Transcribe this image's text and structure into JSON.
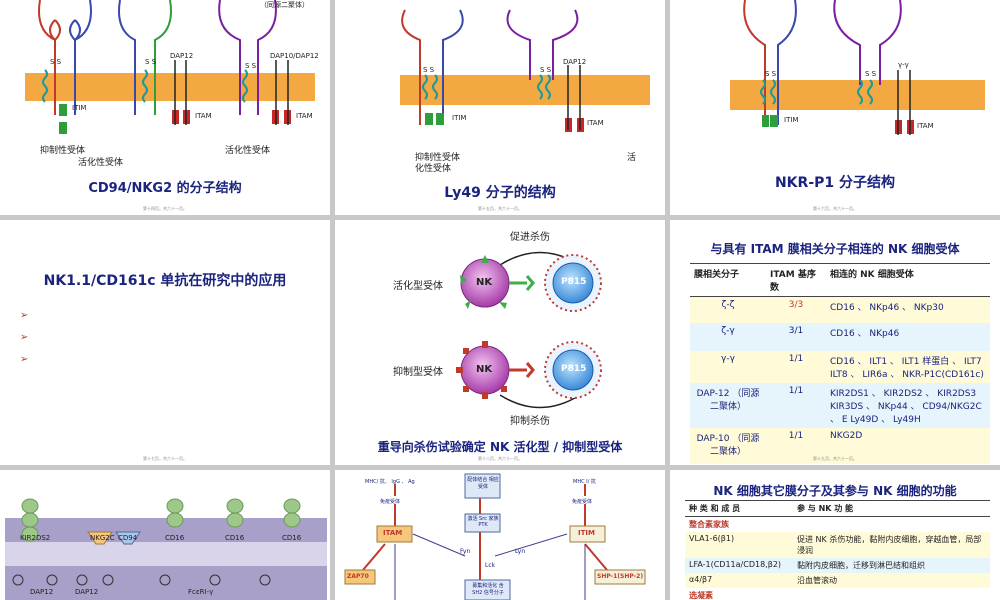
{
  "slide1": {
    "title": "CD94/NKG2 的分子结构",
    "top_label": "（同源二聚体）",
    "dap12": "DAP12",
    "dap10_dap12": "DAP10/DAP12",
    "itim": "ITIM",
    "itam": "ITAM",
    "inhibitory": "抑制性受体",
    "activating_mid": "活化性受体",
    "activating_right": "活化性受体",
    "ss": "S S",
    "page": "第十四页，共六十一页。"
  },
  "slide2": {
    "title": "Ly49 分子的结构",
    "dap12": "DAP12",
    "itim": "ITIM",
    "itam": "ITAM",
    "inhibitory": "抑制性受体",
    "activating_partial": "化性受体",
    "activating_right": "活",
    "ss": "S S",
    "page": "第十五页，共六十一页。"
  },
  "slide3": {
    "title": "NKR-P1 分子结构",
    "gamma": "γ-γ",
    "itim": "ITIM",
    "itam": "ITAM",
    "ss": "S S",
    "page": "第十六页，共六十一页。"
  },
  "slide4": {
    "title": "NK1.1/CD161c 单抗在研究中的应用",
    "bullets": [
      "➢",
      "➢",
      "➢"
    ],
    "page": "第十七页，共六十一页。"
  },
  "slide5": {
    "top_label": "促进杀伤",
    "bottom_label": "抑制杀伤",
    "activating": "活化型受体",
    "inhibitory": "抑制型受体",
    "nk": "NK",
    "p815": "P815",
    "title": "重导向杀伤试验确定 NK 活化型 / 抑制型受体",
    "page": "第十八页，共六十一页。"
  },
  "slide6": {
    "title": "与具有 ITAM 膜相关分子相连的 NK 细胞受体",
    "headers": [
      "膜相关分子",
      "ITAM 基序数",
      "相连的 NK 细胞受体"
    ],
    "rows": [
      {
        "mol": "ζ-ζ",
        "itam": "3/3",
        "rec": "CD16 、 NKp46 、 NKp30"
      },
      {
        "mol": "ζ-γ",
        "itam": "3/1",
        "rec": "CD16 、 NKp46"
      },
      {
        "mol": "γ-γ",
        "itam": "1/1",
        "rec": "CD16 、 ILT1 、 ILT1 样蛋白 、 ILT7 ILT8 、 LIR6a 、 NKR-P1C(CD161c)"
      },
      {
        "mol": "DAP-12 （同源二聚体）",
        "itam": "1/1",
        "rec": "KIR2DS1 、 KIR2DS2 、 KIR2DS3 KIR3DS 、 NKp44 、 CD94/NKG2C 、 E Ly49D 、 Ly49H"
      },
      {
        "mol": "DAP-10 （同源二聚体）",
        "itam": "1/1",
        "rec": "NKG2D"
      }
    ],
    "page": "第十九页，共六十一页。"
  },
  "slide7": {
    "labels": [
      "KIR2DS2",
      "NKG2C",
      "CD94",
      "CD16",
      "CD16",
      "CD16"
    ],
    "bottom": [
      "DAP12",
      "DAP12",
      "FcεRI-γ"
    ]
  },
  "slide8": {
    "left_top": "MHC/ 抗、 IgG 、 Ag",
    "mid_top": "配体结合 相应受体",
    "right_top": "MHC I/ 抗",
    "immune_receptor_l": "免疫受体",
    "immune_receptor_r": "免疫受体",
    "itam": "ITAM",
    "itim": "ITIM",
    "src": "激活 Src 家族 PTK",
    "fyn": "Fyn",
    "lyn": "Lyn",
    "lck": "Lck",
    "zap70": "ZAP70",
    "shp": "SHP-1(SHP-2)",
    "recruit": "募集和活化 含 SH2 信号分子"
  },
  "slide9": {
    "title": "NK 细胞其它膜分子及其参与 NK 细胞的功能",
    "headers": [
      "种 类 和 成 员",
      "参 与 NK 功 能"
    ],
    "section1": "整合素家族",
    "rows": [
      {
        "mol": "VLA1-6(β1)",
        "func": "促进 NK 杀伤功能，黏附内皮细胞，穿越血管，局部浸润"
      },
      {
        "mol": "LFA-1(CD11a/CD18,β2)",
        "func": "黏附内皮细胞，迁移到淋巴结和组织"
      },
      {
        "mol": "α4/β7",
        "func": "沿血管滚动"
      }
    ],
    "section2": "选凝素"
  }
}
